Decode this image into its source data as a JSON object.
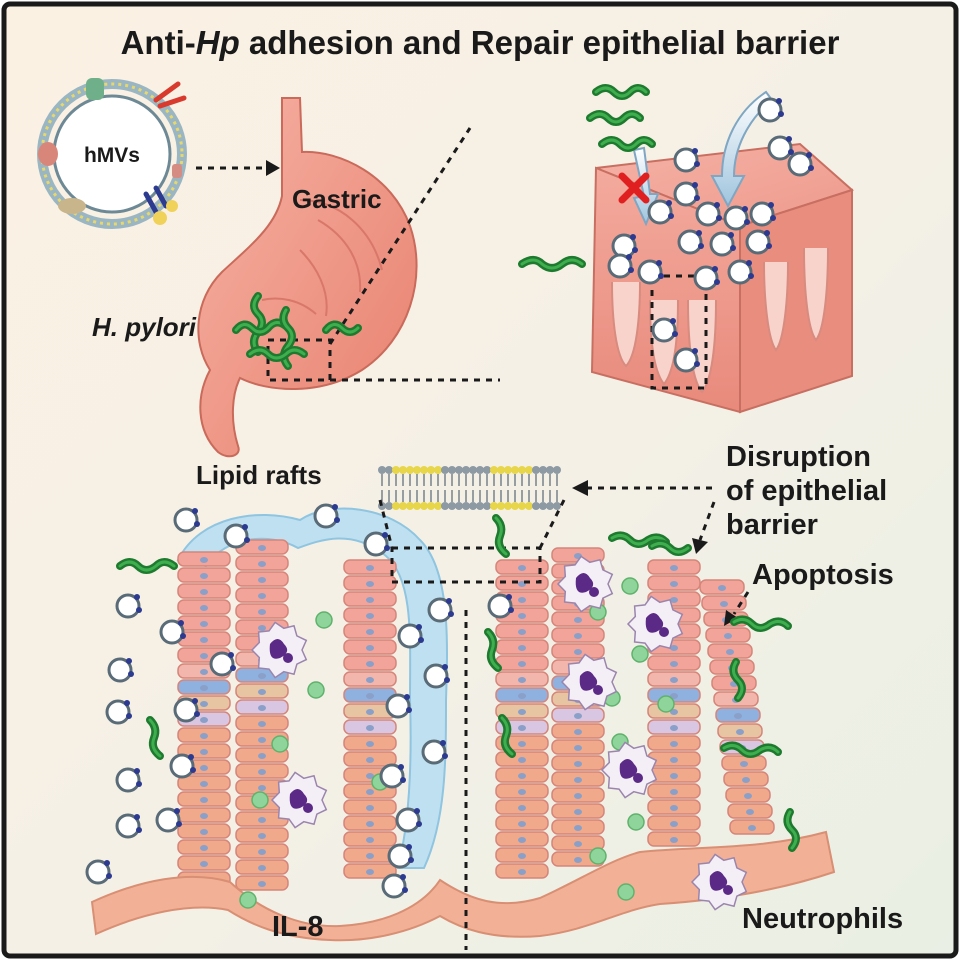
{
  "title": {
    "prefix": "Anti-",
    "italic": "Hp",
    "suffix": " adhesion and Repair epithelial barrier"
  },
  "labels": {
    "hmvs": "hMVs",
    "gastric": "Gastric",
    "h_pylori": "H. pylori",
    "lipid_rafts": "Lipid rafts",
    "disruption_line1": "Disruption",
    "disruption_line2": "of epithelial",
    "disruption_line3": "barrier",
    "apoptosis": "Apoptosis",
    "il8": "IL-8",
    "neutrophils": "Neutrophils"
  },
  "colors": {
    "background_top": "#f7efe4",
    "background_bottom": "#eef0e6",
    "frame": "#1a1a1a",
    "bacteria": "#1e7a2e",
    "stomach": "#ee9484",
    "tissue": "#f1a296",
    "mucus": "#a9d6ec",
    "block_mark": "#e02020",
    "il8_particle": "#7fcf8a",
    "neutrophil": "#5b2a86"
  },
  "icons": {
    "vesicle": "hmv-vesicle-icon",
    "block": "block-x-icon",
    "bacterium": "h-pylori-bacterium-icon",
    "neutrophil": "neutrophil-cell-icon"
  }
}
